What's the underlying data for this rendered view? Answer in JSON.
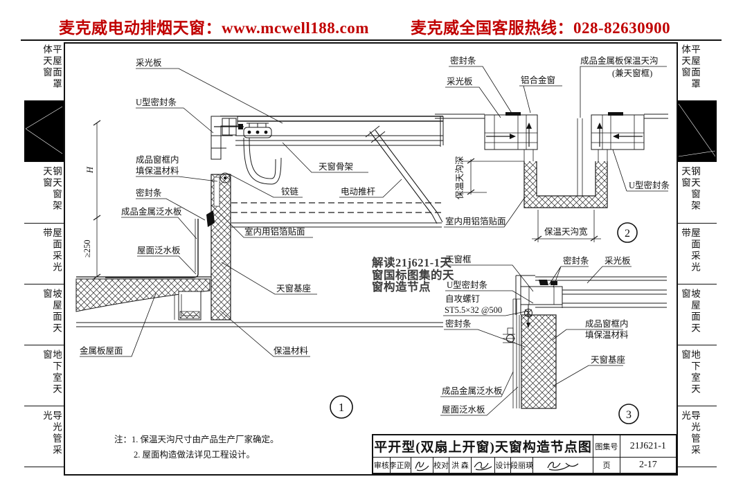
{
  "header": {
    "left_text": "麦克威电动排烟天窗：www.mcwell188.com",
    "right_text": "麦克威全国客服热线：028-82630900",
    "text_color": "#c00000"
  },
  "sidebar": {
    "tabs": [
      {
        "label": "平屋面罩体天窗",
        "active": false
      },
      {
        "label": "",
        "active": true
      },
      {
        "label": "钢天窗架天窗",
        "active": false
      },
      {
        "label": "屋面采光带",
        "active": false
      },
      {
        "label": "坡屋面天窗",
        "active": false
      },
      {
        "label": "地下室天窗",
        "active": false
      },
      {
        "label": "导光管采光",
        "active": false
      }
    ]
  },
  "watermark": {
    "line1": "解读21j621-1天",
    "line2": "窗国标图集的天",
    "line3": "窗构造节点"
  },
  "notes": {
    "prefix": "注：",
    "item1": "1. 保温天沟尺寸由产品生产厂家确定。",
    "item2": "2. 屋面构造做法详见工程设计。"
  },
  "details": {
    "d1": {
      "number": "1",
      "labels": {
        "glazing": "采光板",
        "u_seal": "U型密封条",
        "frame_fill_1": "成品窗框内",
        "frame_fill_2": "填保温材料",
        "seal": "密封条",
        "metal_flashing": "成品金属泛水板",
        "roof_flashing": "屋面泛水板",
        "metal_roof": "金属板屋面",
        "skeleton": "天窗骨架",
        "hinge": "铰链",
        "actuator": "电动推杆",
        "foil": "室内用铝箔贴面",
        "base": "天窗基座",
        "insulation": "保温材料",
        "dim_h": "H",
        "dim_250": "≥250"
      }
    },
    "d2": {
      "number": "2",
      "labels": {
        "seal": "密封条",
        "glazing": "采光板",
        "alu_window": "铝合金窗",
        "gutter_1": "成品金属板保温天沟",
        "gutter_2": "(兼天窗框)",
        "depth": "保温天沟深",
        "u_seal": "U型密封条",
        "foil": "室内用铝箔贴面",
        "width": "保温天沟宽"
      }
    },
    "d3": {
      "number": "3",
      "labels": {
        "frame": "天窗框",
        "u_seal": "U型密封条",
        "screw_1": "自攻螺钉",
        "screw_2": "ST5.5×32 @500",
        "seal_left": "密封条",
        "metal_flashing": "成品金属泛水板",
        "roof_flashing": "屋面泛水板",
        "seal_right": "密封条",
        "glazing": "采光板",
        "frame_fill_1": "成品窗框内",
        "frame_fill_2": "填保温材料",
        "base": "天窗基座"
      }
    }
  },
  "titleblock": {
    "title": "平开型(双扇上开窗)天窗构造节点图",
    "atlas_label": "图集号",
    "atlas_no": "21J621-1",
    "page_label": "页",
    "page_no": "2-17",
    "review_label": "审核",
    "reviewer": "李正刚",
    "proof_label": "校对",
    "proofreader": "洪 森",
    "design_label": "设计",
    "designer": "段丽瑛"
  }
}
